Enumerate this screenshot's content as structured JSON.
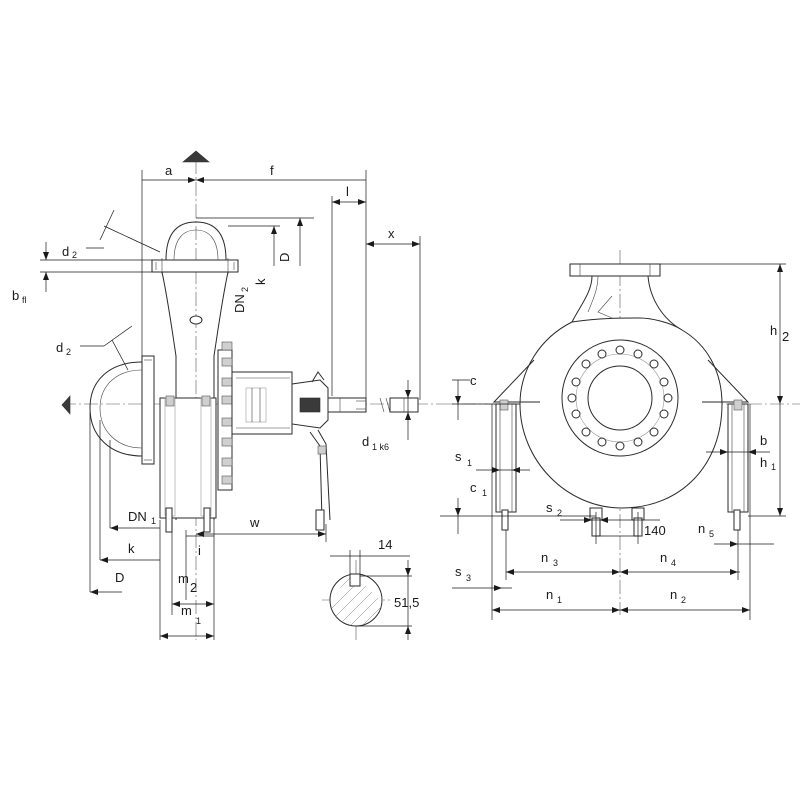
{
  "side_view_labels": {
    "a": "a",
    "f": "f",
    "l": "l",
    "x": "x",
    "D_top": "D",
    "k_top": "k",
    "DN2_main": "DN",
    "DN2_sub": "2",
    "d2_top_main": "d",
    "d2_top_sub": "2",
    "d2_mid_main": "d",
    "d2_mid_sub": "2",
    "bfl_main": "b",
    "bfl_sub": "fl",
    "d1k6_main": "d",
    "d1k6_sub": "1 k6",
    "DN1_main": "DN",
    "DN1_sub": "1",
    "k_bottom": "k",
    "D_bottom": "D",
    "i": "i",
    "w": "w",
    "m2_main": "m",
    "m2_sub": "2",
    "m1_main": "m",
    "m1_sub": "1"
  },
  "shaft_detail": {
    "keyway_width": "14",
    "shaft_height": "51,5"
  },
  "front_view_labels": {
    "h2_main": "h",
    "h2_sub": "2",
    "h1_main": "h",
    "h1_sub": "1",
    "b": "b",
    "c": "c",
    "c1_main": "c",
    "c1_sub": "1",
    "s1_main": "s",
    "s1_sub": "1",
    "s2_main": "s",
    "s2_sub": "2",
    "s3_main": "s",
    "s3_sub": "3",
    "value_140": "140",
    "n5_main": "n",
    "n5_sub": "5",
    "n3_main": "n",
    "n3_sub": "3",
    "n4_main": "n",
    "n4_sub": "4",
    "n1_main": "n",
    "n1_sub": "1",
    "n2_main": "n",
    "n2_sub": "2"
  }
}
